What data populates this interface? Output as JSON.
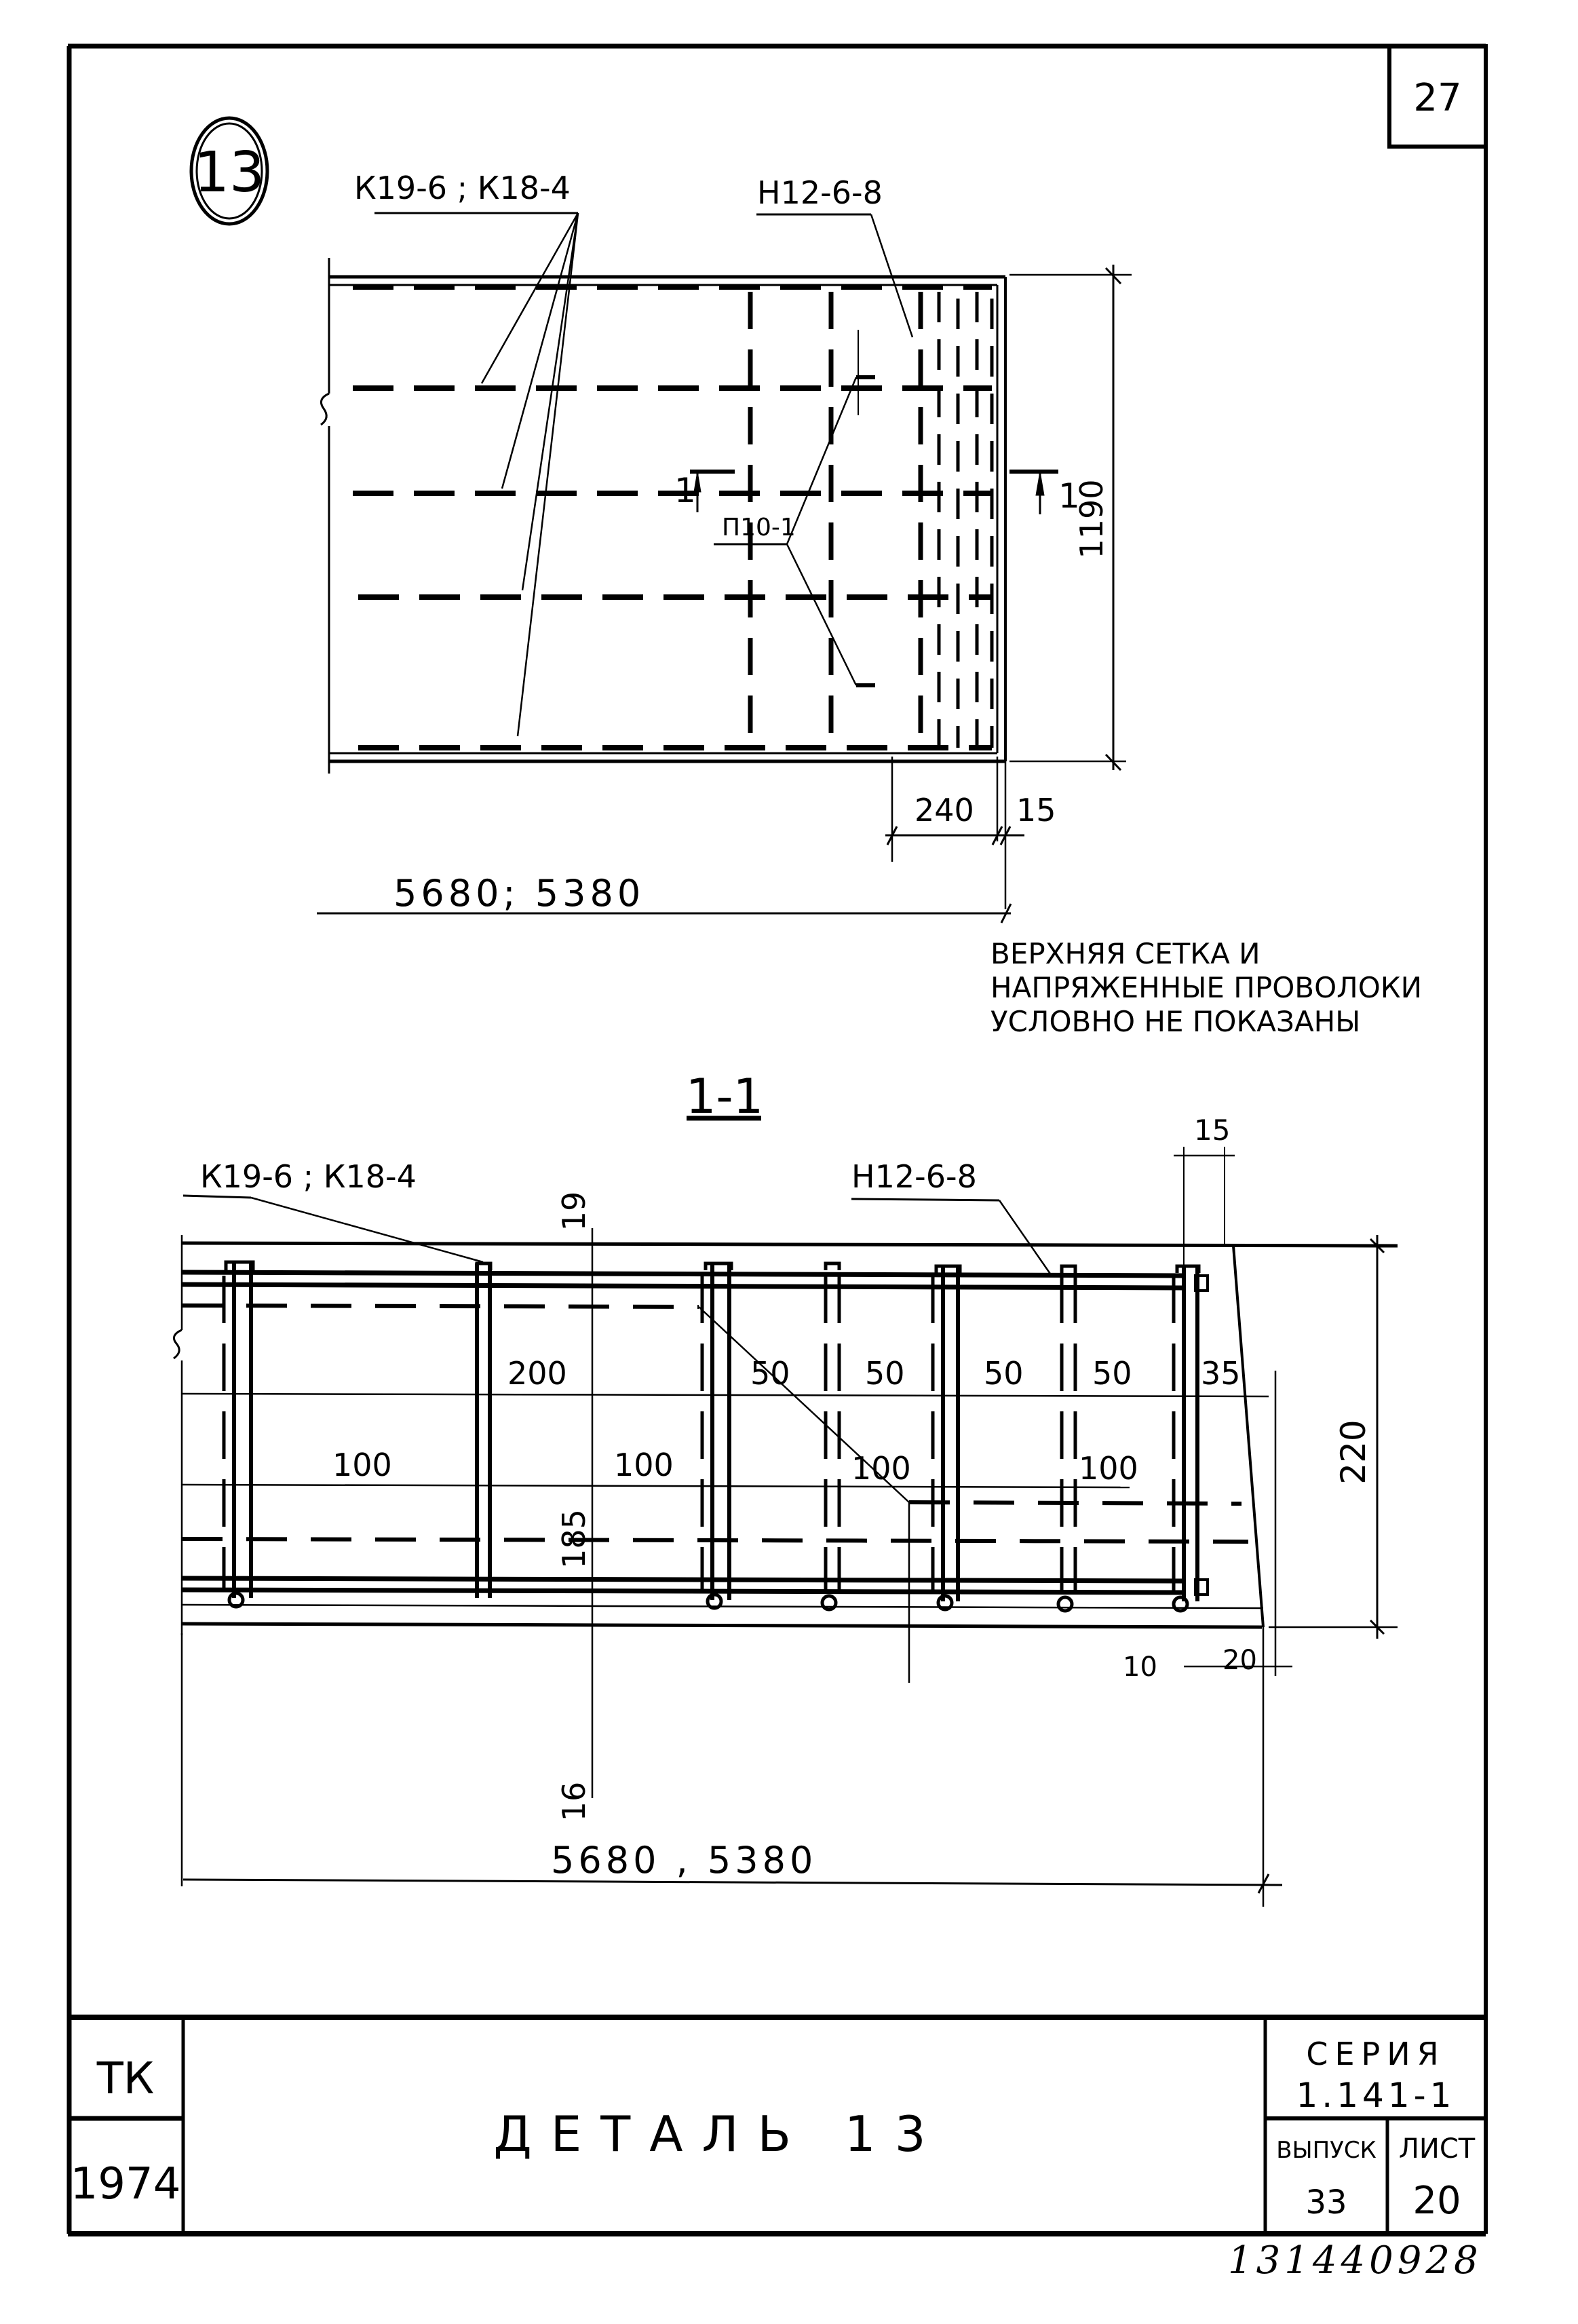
{
  "sheet": {
    "corner_number": "27",
    "detail_marker": "13",
    "handwritten_code": "131440928"
  },
  "plan_view": {
    "label_left": "К19-6 ; К18-4",
    "label_right": "Н12-6-8",
    "label_mid": "П10-1",
    "section_mark_left": "1",
    "section_mark_right": "1",
    "dim_height": "1190",
    "dim_240": "240",
    "dim_15": "15",
    "dim_length": "5680; 5380"
  },
  "note": {
    "line1": "ВЕРХНЯЯ СЕТКА И",
    "line2": "НАПРЯЖЕННЫЕ ПРОВОЛОКИ",
    "line3": "УСЛОВНО НЕ ПОКАЗАНЫ"
  },
  "section_view": {
    "title": "1-1",
    "label_left": "К19-6 ; К18-4",
    "label_right": "Н12-6-8",
    "dim_top_15": "15",
    "dim_19": "19",
    "dim_16": "16",
    "dim_185": "185",
    "dim_220": "220",
    "dim_200": "200",
    "dim_50a": "50",
    "dim_50b": "50",
    "dim_50c": "50",
    "dim_50d": "50",
    "dim_35": "35",
    "dim_100a": "100",
    "dim_100b": "100",
    "dim_100c": "100",
    "dim_100d": "100",
    "dim_10": "10",
    "dim_20": "20",
    "dim_length": "5680 ,  5380"
  },
  "title_block": {
    "org": "ТК",
    "year": "1974",
    "title": "ДЕТАЛЬ 13",
    "series_label": "СЕРИЯ",
    "series_value": "1.141-1",
    "issue_label": "ВЫПУСК",
    "issue_value": "33",
    "sheet_label": "ЛИСТ",
    "sheet_value": "20"
  }
}
